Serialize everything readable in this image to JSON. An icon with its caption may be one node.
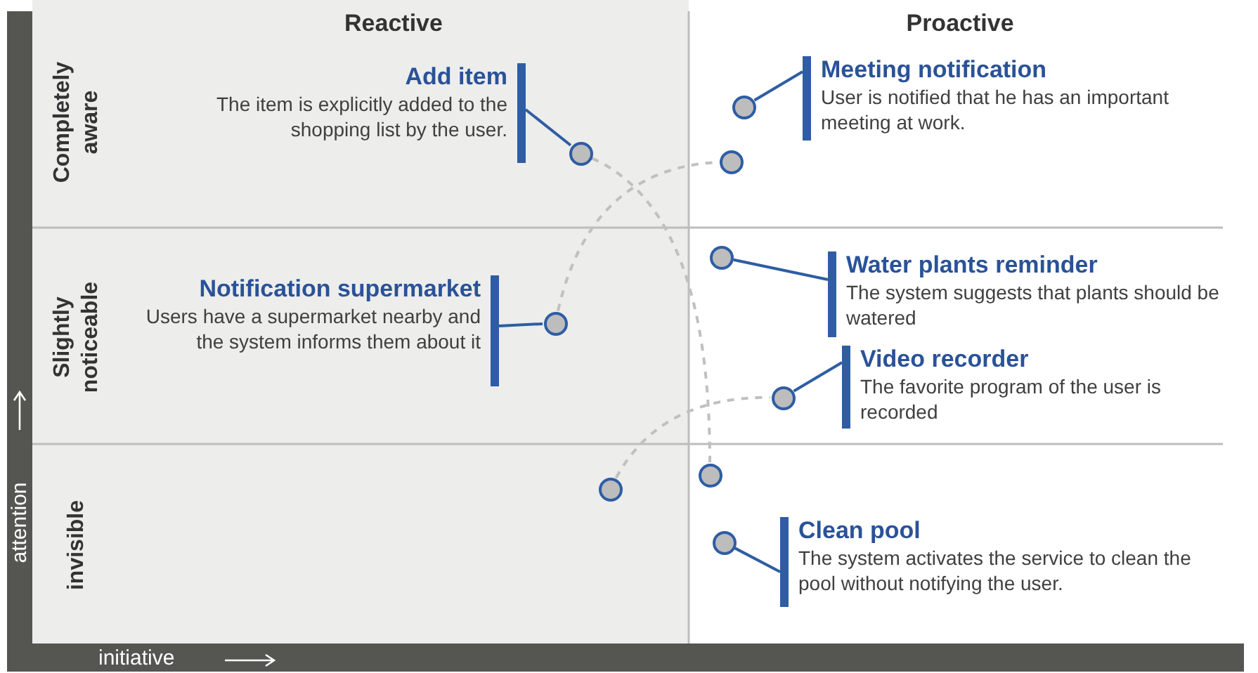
{
  "diagram": {
    "nodes": [
      {
        "text": [
          "Add item",
          "The item is explicitly added to the shopping list by the user."
        ]
      },
      {
        "text": [
          "Meeting notification",
          "User is notified that he has an important meeting at work."
        ]
      },
      {
        "text": [],
        "shape": "circle"
      },
      {
        "text": [],
        "shape": "circle"
      },
      {
        "text": [],
        "shape": "circle"
      },
      {
        "text": [],
        "shape": "circle"
      },
      {
        "text": [
          "Water plants reminder",
          "The system suggests that plants should be watered"
        ]
      },
      {
        "text": [
          "Notification supermarket",
          "Users have a supermarket nearby and the system informs them about it"
        ]
      },
      {
        "text": [],
        "shape": "circle"
      },
      {
        "text": [
          "Video recorder",
          "The favorite program of the user is recorded"
        ]
      },
      {
        "text": [],
        "shape": "circle"
      },
      {
        "text": [],
        "shape": "circle"
      },
      {
        "text": [],
        "shape": "circle"
      },
      {
        "text": [],
        "shape": "circle"
      },
      {
        "text": [
          "Clean pool",
          "The system activates the service to clean the pool without notifying the user."
        ]
      }
    ],
    "edges": [
      {
        "from": 0,
        "to": 2,
        "arrow": "none"
      },
      {
        "from": 1,
        "to": 3,
        "arrow": "none"
      },
      {
        "from": 6,
        "to": 5,
        "arrow": "none"
      },
      {
        "from": 7,
        "to": 8,
        "arrow": "none"
      },
      {
        "from": 9,
        "to": 10,
        "arrow": "none"
      },
      {
        "from": 14,
        "to": 13,
        "arrow": "none"
      },
      {
        "from": 2,
        "to": 11,
        "arrow": "none",
        "style": "dashed",
        "color": "#c0c0c0"
      },
      {
        "from": 8,
        "to": 4,
        "arrow": "none",
        "style": "dashed",
        "color": "#c0c0c0"
      },
      {
        "from": 12,
        "to": 10,
        "arrow": "none",
        "style": "dashed",
        "color": "#c0c0c0"
      }
    ],
    "labels": [
      "Reactive",
      "Proactive",
      "Completely aware",
      "Slightly noticeable",
      "invisible",
      "attention",
      "initiative"
    ]
  }
}
